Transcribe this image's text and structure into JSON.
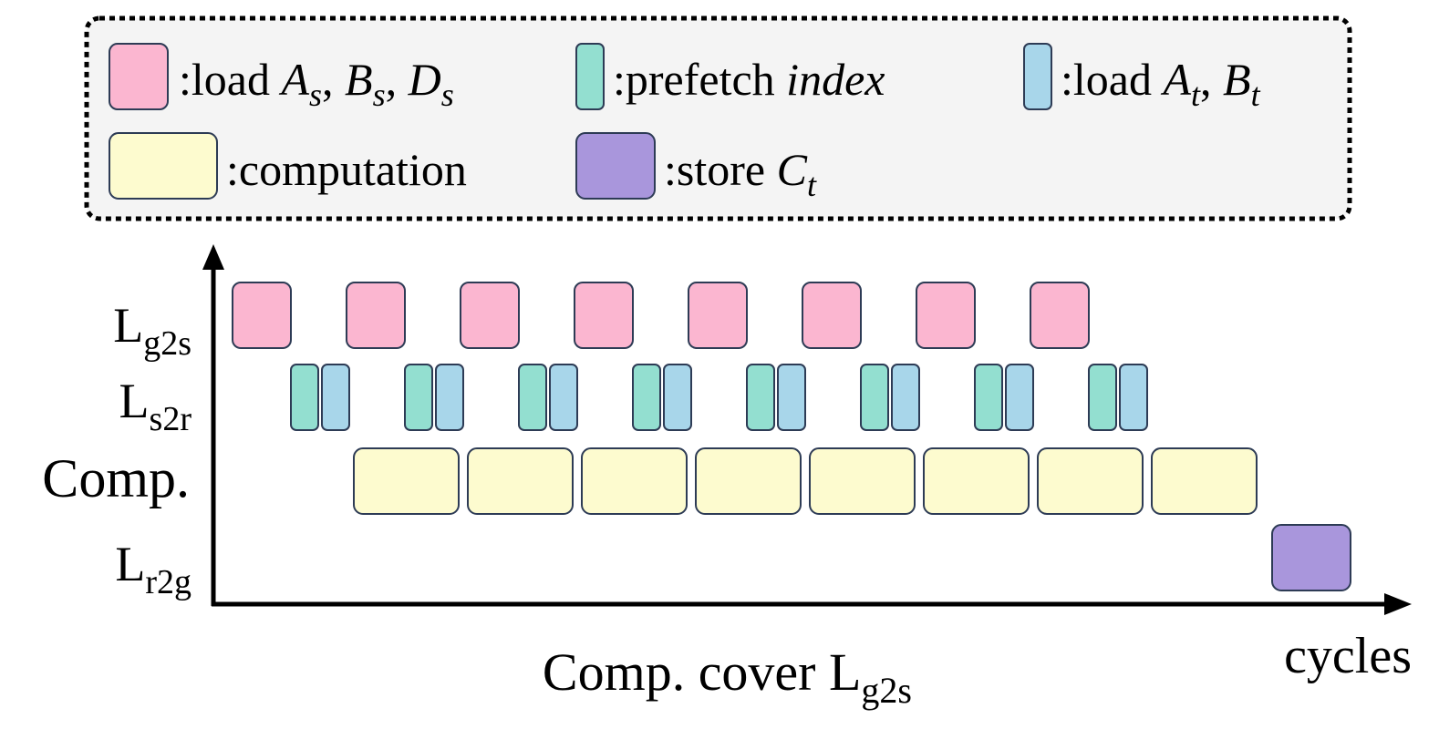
{
  "legend": {
    "items": [
      {
        "key": "load_s",
        "prefix": ":load ",
        "math": [
          {
            "v": "A",
            "s": "s"
          },
          {
            "v": "B",
            "s": "s"
          },
          {
            "v": "D",
            "s": "s"
          }
        ],
        "color": "#fbb6d0"
      },
      {
        "key": "prefetch",
        "prefix": ":prefetch ",
        "math_word": "index",
        "color": "#93dfd0"
      },
      {
        "key": "load_t",
        "prefix": ":load ",
        "math": [
          {
            "v": "A",
            "s": "t"
          },
          {
            "v": "B",
            "s": "t"
          }
        ],
        "color": "#a8d6ea"
      },
      {
        "key": "comp",
        "prefix": ":computation",
        "color": "#fdfbcf"
      },
      {
        "key": "store",
        "prefix": ":store ",
        "math": [
          {
            "v": "C",
            "s": "t"
          }
        ],
        "color": "#a996dc"
      }
    ]
  },
  "rows": [
    {
      "main": "L",
      "sub": "g2s"
    },
    {
      "main": "L",
      "sub": "s2r"
    },
    {
      "main": "Comp.",
      "sub": ""
    },
    {
      "main": "L",
      "sub": "r2g"
    }
  ],
  "caption": {
    "main": "Comp. cover L",
    "sub": "g2s"
  },
  "x_axis_label": "cycles",
  "stroke_color": "#2d3b55",
  "pipeline": {
    "stages": 8
  }
}
